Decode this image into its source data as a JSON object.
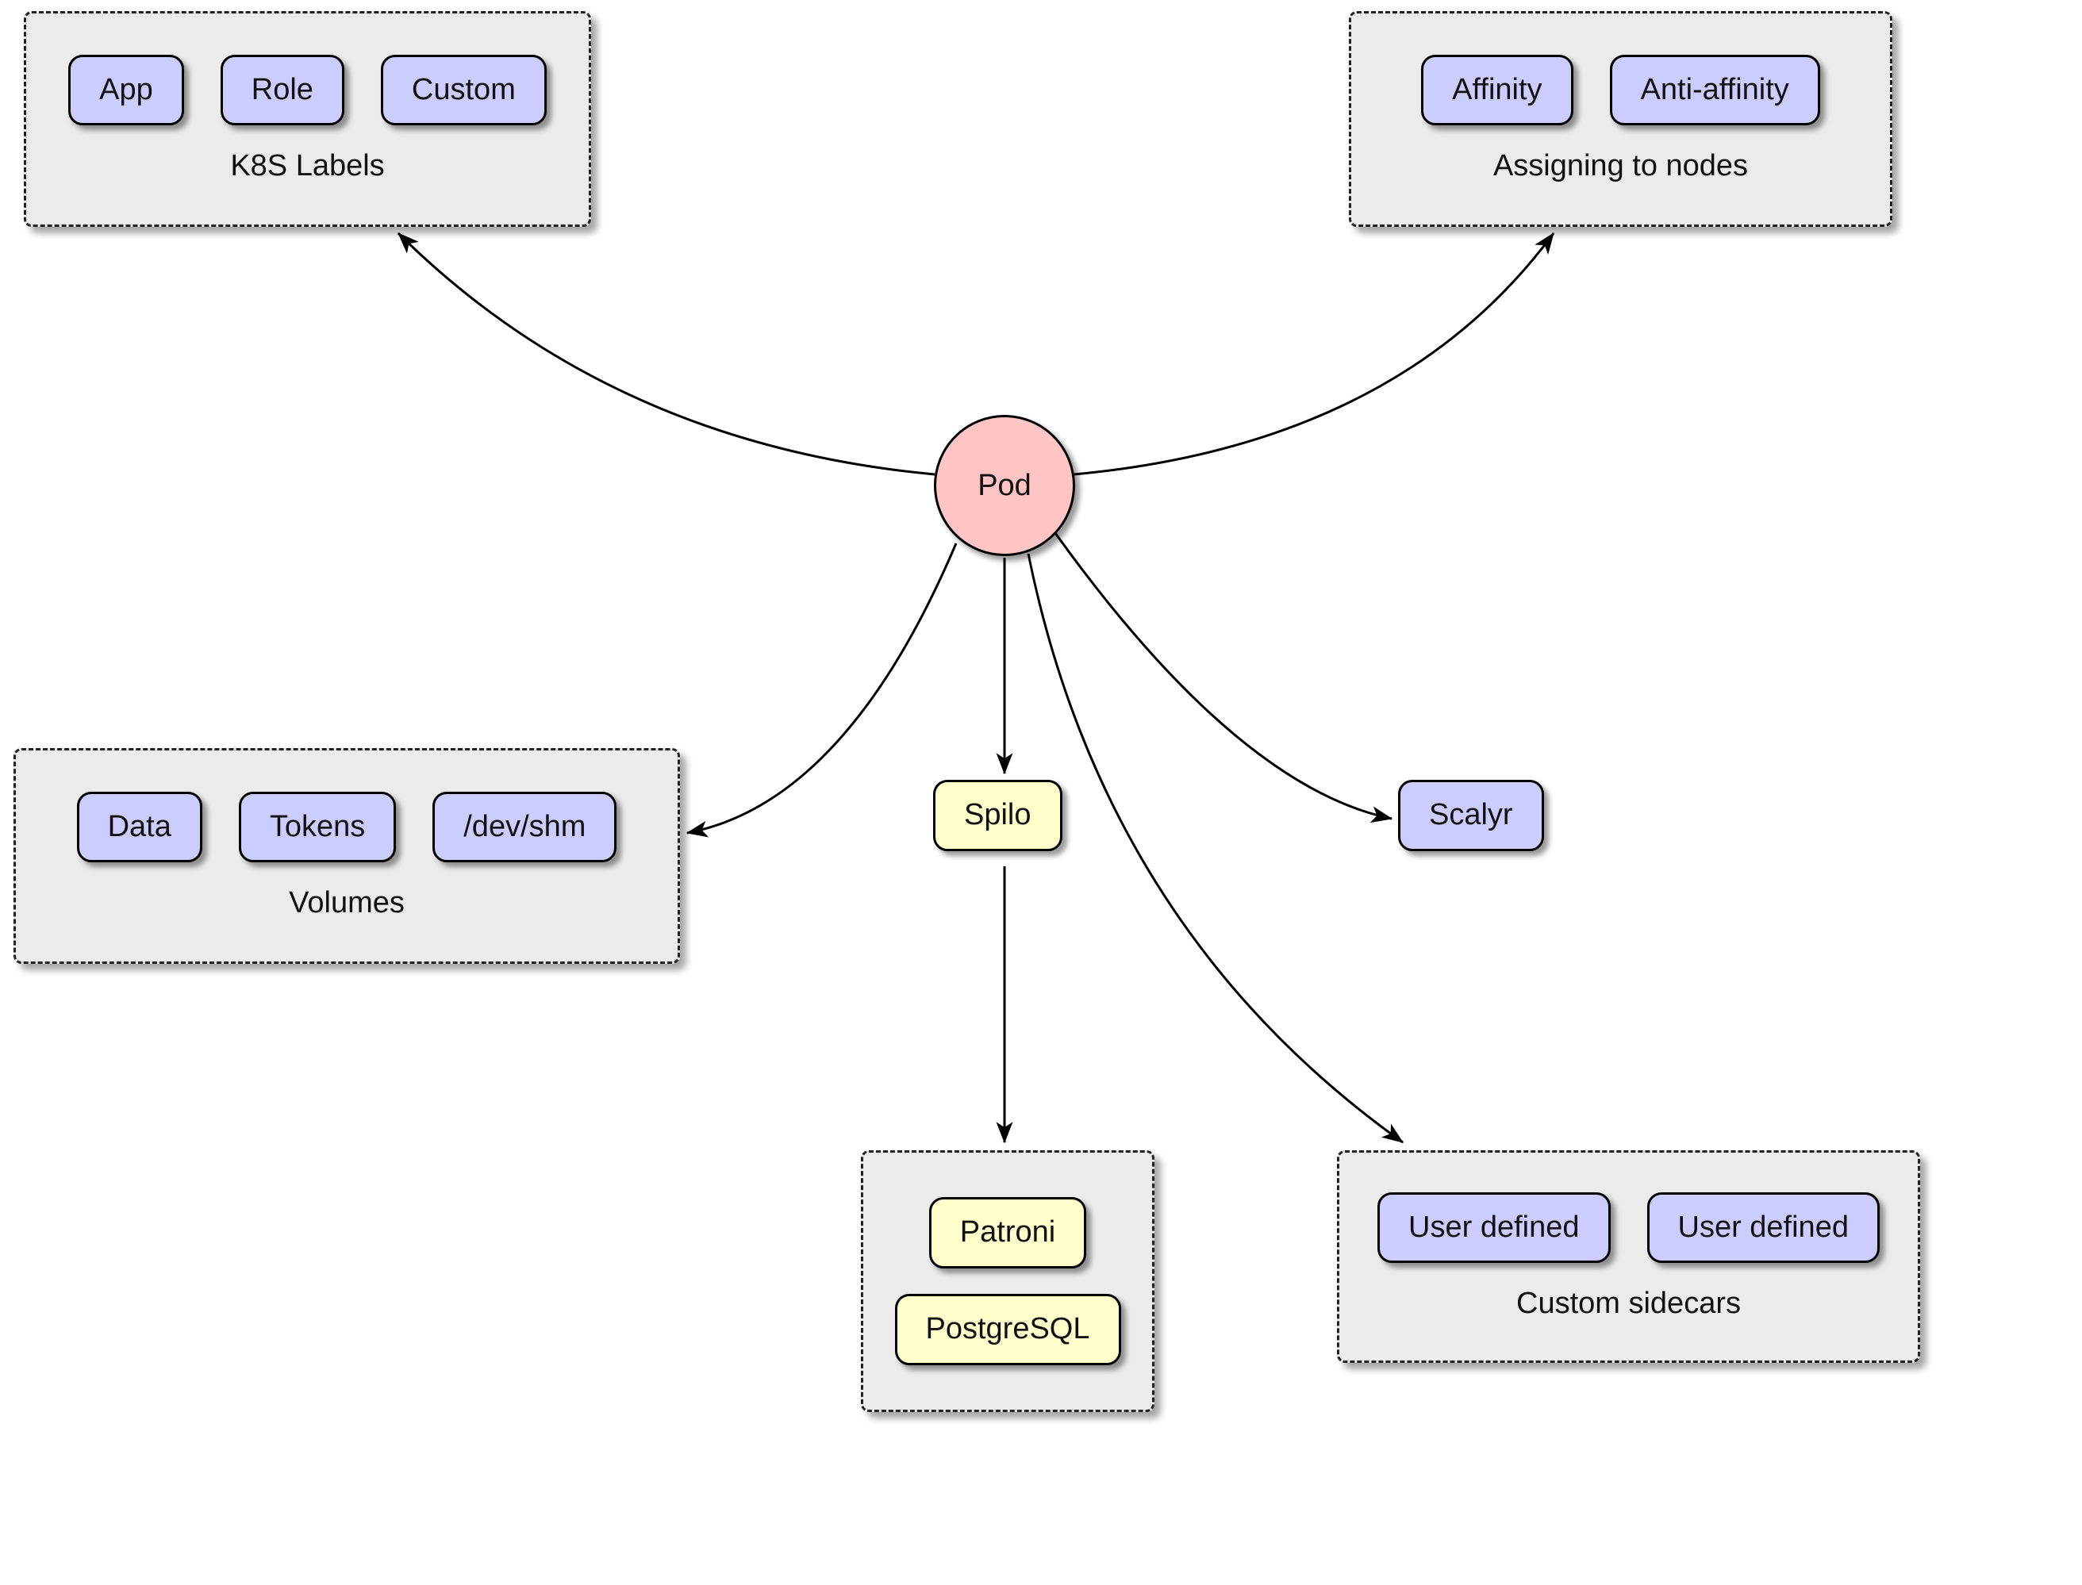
{
  "diagram": {
    "pod": {
      "label": "Pod"
    },
    "groups": {
      "k8s_labels": {
        "title": "K8S Labels",
        "items": [
          "App",
          "Role",
          "Custom"
        ]
      },
      "assigning_to_nodes": {
        "title": "Assigning to nodes",
        "items": [
          "Affinity",
          "Anti-affinity"
        ]
      },
      "volumes": {
        "title": "Volumes",
        "items": [
          "Data",
          "Tokens",
          "/dev/shm"
        ]
      },
      "spilo_internals": {
        "items": [
          "Patroni",
          "PostgreSQL"
        ]
      },
      "custom_sidecars": {
        "title": "Custom sidecars",
        "items": [
          "User defined",
          "User defined"
        ]
      }
    },
    "nodes": {
      "spilo": "Spilo",
      "scalyr": "Scalyr"
    },
    "edges": [
      {
        "from": "Pod",
        "to": "K8S Labels"
      },
      {
        "from": "Pod",
        "to": "Assigning to nodes"
      },
      {
        "from": "Pod",
        "to": "Volumes"
      },
      {
        "from": "Pod",
        "to": "Spilo"
      },
      {
        "from": "Pod",
        "to": "Scalyr"
      },
      {
        "from": "Pod",
        "to": "Custom sidecars"
      },
      {
        "from": "Spilo",
        "to": "Patroni / PostgreSQL"
      }
    ],
    "colors": {
      "node_fill": "#ccccff",
      "yellow_fill": "#ffffcc",
      "pod_fill": "#ffc4c4",
      "group_fill": "#ebebeb",
      "edge_stroke": "#000000"
    }
  }
}
